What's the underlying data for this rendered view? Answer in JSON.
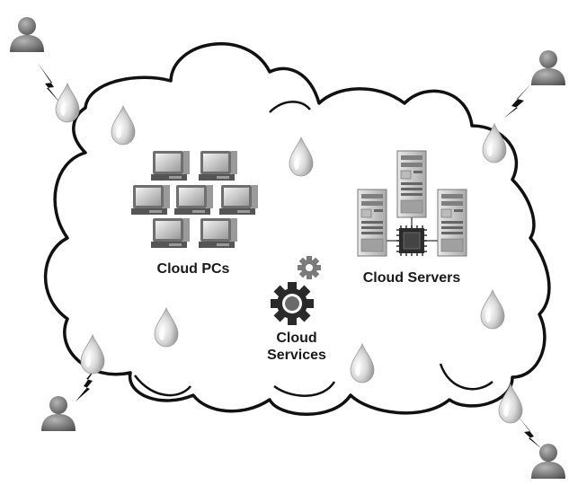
{
  "labels": {
    "cloud_pcs": "Cloud PCs",
    "cloud_servers": "Cloud Servers",
    "cloud_services_line1": "Cloud",
    "cloud_services_line2": "Services"
  },
  "colors": {
    "cloud_outline": "#111111",
    "drop_fill": "#d6d6d6",
    "user_fill": "#7a7a7a",
    "device_fill": "#8c8c8c",
    "gear_fill": "#2a2a2a"
  },
  "icons": [
    "user-icon",
    "lightning-icon",
    "raindrop-icon",
    "monitor-icon",
    "server-tower-icon",
    "cpu-chip-icon",
    "gear-icon"
  ]
}
